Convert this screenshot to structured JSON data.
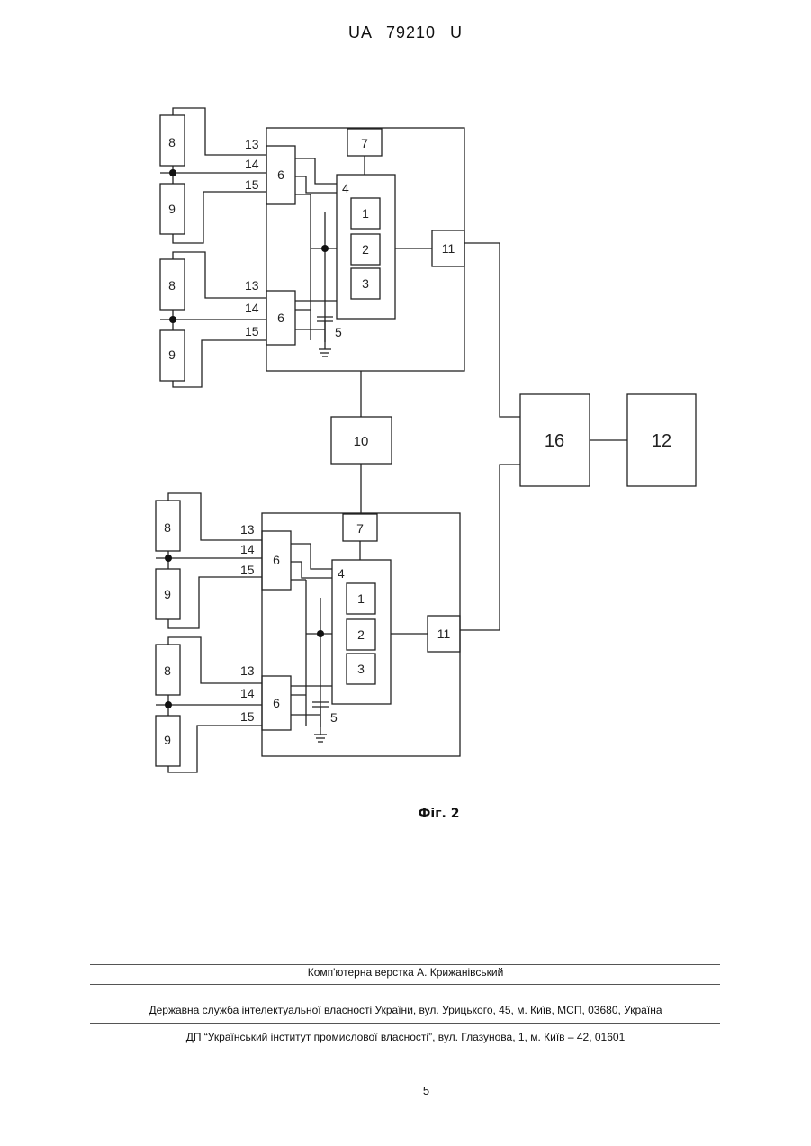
{
  "header": {
    "patent_number": "UA 79210 U"
  },
  "diagram": {
    "unit_labels": {
      "b1": "1",
      "b2": "2",
      "b3": "3",
      "b4": "4",
      "b5": "5",
      "b6": "6",
      "b7": "7",
      "b8": "8",
      "b9": "9",
      "b10": "10",
      "b11": "11",
      "b12": "12",
      "b13": "13",
      "b14": "14",
      "b15": "15",
      "b16": "16"
    }
  },
  "caption": "Фіг. 2",
  "footer": {
    "layout_credit": "Комп'ютерна верстка А. Крижанівський",
    "agency": "Державна служба інтелектуальної власності України, вул. Урицького, 45, м. Київ, МСП, 03680, Україна",
    "institute": "ДП “Український інститут промислової власності”, вул. Глазунова, 1, м. Київ – 42, 01601"
  },
  "page_number": "5"
}
